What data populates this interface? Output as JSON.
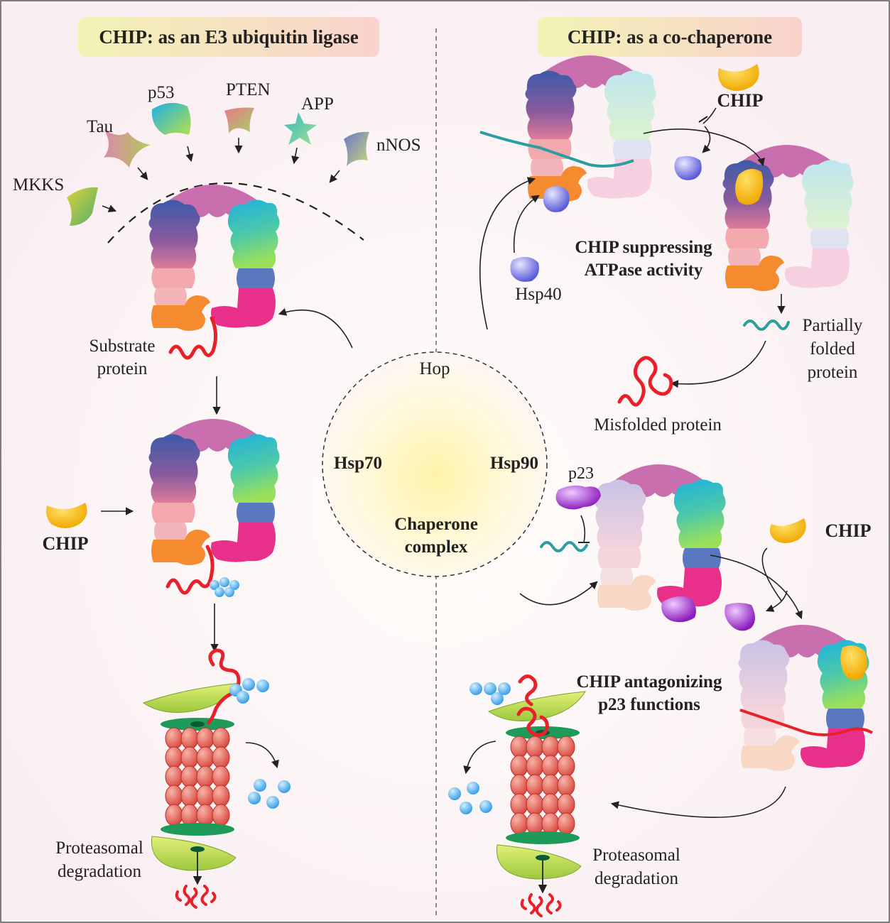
{
  "colors": {
    "background": "#fdf5f8",
    "hsp70_top": "#4a5a9e",
    "hsp70_top_end": "#c86f9b",
    "hop": "#c96fae",
    "hsp90_top": "#2fb4d8",
    "hsp90_top_end": "#7fd86a",
    "hsp70_middle": "#f3a8ae",
    "hsp70_bottom": "#f58a2f",
    "hsp90_middle": "#5a78bf",
    "hsp90_bottom": "#e8308a",
    "chip": "#f9c51b",
    "ubiquitin": "#4aaae6",
    "proteasome_core": "#e86a62",
    "proteasome_ring": "#1e9a5a",
    "proteasome_cap": "#c8e05c",
    "substrate": "#e8202a",
    "partially_folded": "#2a9ea0",
    "hsp40": "#7e7ee8",
    "p23": "#9b30c8"
  },
  "left_panel": {
    "title": "CHIP: as an E3 ubiquitin ligase",
    "substrates": [
      "MKKS",
      "Tau",
      "p53",
      "PTEN",
      "APP",
      "nNOS"
    ],
    "substrate_label": "Substrate\nprotein",
    "chip_label": "CHIP",
    "degradation_label": "Proteasomal\ndegradation"
  },
  "center": {
    "hop_label": "Hop",
    "hsp70_label": "Hsp70",
    "hsp90_label": "Hsp90",
    "complex_label": "Chaperone\ncomplex"
  },
  "right_panel": {
    "title": "CHIP: as a co-chaperone",
    "chip_top_label": "CHIP",
    "atpase_label": "CHIP suppressing\nATPase activity",
    "hsp40_label": "Hsp40",
    "partially_folded_label": "Partially\nfolded\nprotein",
    "misfolded_label": "Misfolded protein",
    "p23_label": "p23",
    "chip_bottom_label": "CHIP",
    "antagonize_label": "CHIP antagonizing\np23 functions",
    "degradation_label": "Proteasomal\ndegradation"
  }
}
